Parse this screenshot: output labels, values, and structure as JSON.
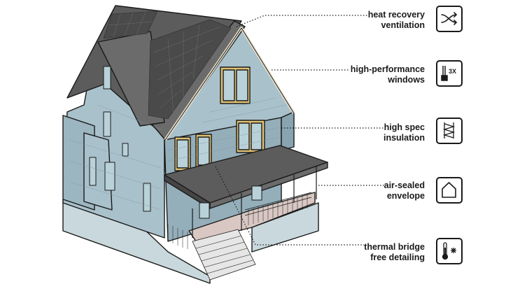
{
  "features": [
    {
      "label": "heat recovery\nventilation",
      "icon": "heat-exchanger-icon"
    },
    {
      "label": "high-performance\nwindows",
      "icon": "triple-glazing-icon",
      "badge": "3X"
    },
    {
      "label": "high spec\ninsulation",
      "icon": "insulation-icon"
    },
    {
      "label": "air-sealed\nenvelope",
      "icon": "house-outline-icon"
    },
    {
      "label": "thermal bridge\nfree detailing",
      "icon": "thermometer-snowflake-icon"
    }
  ],
  "colors": {
    "siding": "#a9c1cb",
    "siding_dark": "#88a4b0",
    "roof": "#5c5c5c",
    "roof_dark": "#454545",
    "trim": "#ece3cf",
    "window_glass": "#b9d2d9",
    "window_frame": "#e0c173",
    "foundation": "#c9d8dc",
    "porch_floor": "#d8c7c2",
    "outline": "#1a1a1a"
  }
}
